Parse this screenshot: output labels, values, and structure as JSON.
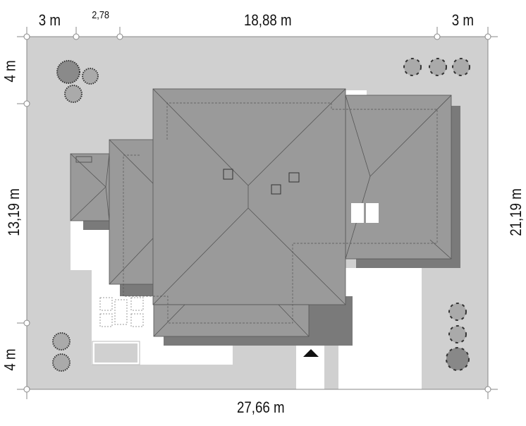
{
  "dimensions": {
    "top": [
      "3 m",
      "2,78",
      "18,88 m",
      "3 m"
    ],
    "left": [
      "4 m",
      "13,19 m",
      "4 m"
    ],
    "right": "21,19 m",
    "bottom": "27,66 m"
  },
  "colors": {
    "plot": "#d0d0d0",
    "roof": "#9a9a9a",
    "shadow": "#7a7a7a",
    "paved": "#ffffff"
  },
  "icons": [
    "tree-icon",
    "entrance-arrow-icon"
  ]
}
